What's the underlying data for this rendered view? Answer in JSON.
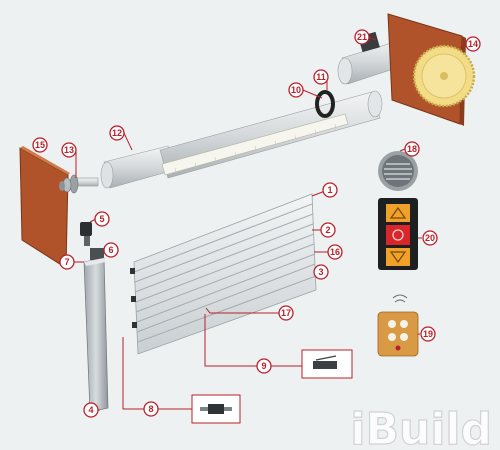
{
  "diagram": {
    "callouts": [
      {
        "id": "1",
        "label": "1"
      },
      {
        "id": "2",
        "label": "2"
      },
      {
        "id": "3",
        "label": "3"
      },
      {
        "id": "4",
        "label": "4"
      },
      {
        "id": "5",
        "label": "5"
      },
      {
        "id": "6",
        "label": "6"
      },
      {
        "id": "7",
        "label": "7"
      },
      {
        "id": "8",
        "label": "8"
      },
      {
        "id": "9",
        "label": "9"
      },
      {
        "id": "10",
        "label": "10"
      },
      {
        "id": "11",
        "label": "11"
      },
      {
        "id": "12",
        "label": "12"
      },
      {
        "id": "13",
        "label": "13"
      },
      {
        "id": "14",
        "label": "14"
      },
      {
        "id": "15",
        "label": "15"
      },
      {
        "id": "16",
        "label": "16"
      },
      {
        "id": "17",
        "label": "17"
      },
      {
        "id": "18",
        "label": "18"
      },
      {
        "id": "19",
        "label": "19"
      },
      {
        "id": "20",
        "label": "20"
      },
      {
        "id": "21",
        "label": "21"
      }
    ],
    "watermark": "iBuild",
    "colors": {
      "callout_red": "#b8202a",
      "bracket_brown": "#b0532a",
      "gear_yellow": "#f2dc86",
      "slat_grey": "#dfe3e5",
      "switch_orange": "#f0a12a",
      "switch_red": "#d8262a"
    }
  }
}
